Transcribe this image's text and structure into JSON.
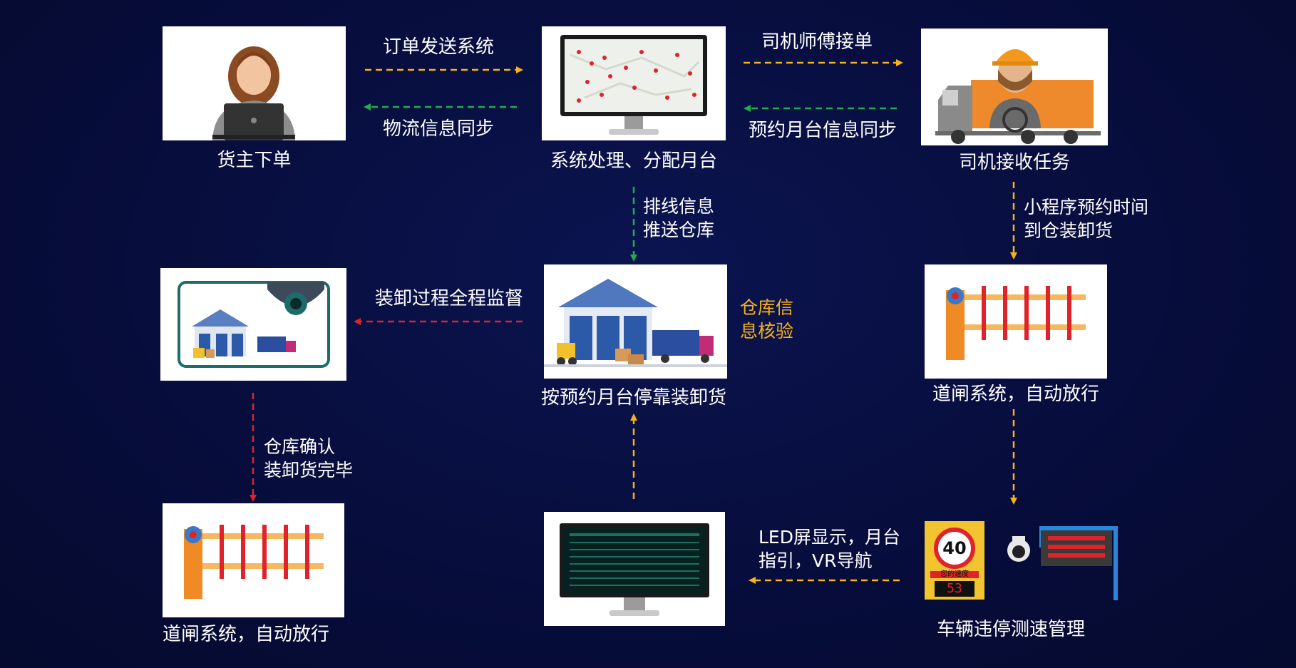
{
  "nodes": {
    "shipper": "货主下单",
    "system": "系统处理、分配月台",
    "driver": "司机接收任务",
    "supervise": "",
    "dock": "按预约月台停靠装卸货",
    "gate_right": "道闸系统，自动放行",
    "gate_left": "道闸系统，自动放行",
    "led": "",
    "speed": "车辆违停测速管理"
  },
  "edges": {
    "order_send": "订单发送系统",
    "logistics_sync": "物流信息同步",
    "driver_accept": "司机师傅接单",
    "reservation_sync": "预约月台信息同步",
    "queue_push_1": "排线信息",
    "queue_push_2": "推送仓库",
    "mini_program_1": "小程序预约时间",
    "mini_program_2": "到仓装卸货",
    "monitor": "装卸过程全程监督",
    "warehouse_verify_1": "仓库信",
    "warehouse_verify_2": "息核验",
    "confirm_1": "仓库确认",
    "confirm_2": "装卸货完毕",
    "led_guide_1": "LED屏显示，月台",
    "led_guide_2": "指引，VR导航"
  },
  "speed_sign": {
    "limit": "40",
    "caption": "您的速度",
    "speed": "53"
  },
  "colors": {
    "yellow": "#f7b218",
    "green": "#1fae4b",
    "red": "#e0232b",
    "orange_text": "#f7b218"
  }
}
